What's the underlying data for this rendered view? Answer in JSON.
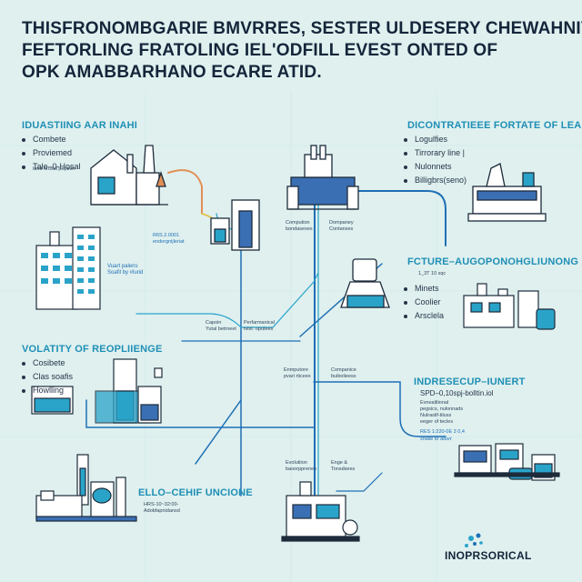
{
  "title": {
    "line1": "THISFRONOMBGARIE BMVRRES, SESTER ULDESERY CHEWAHNIVH-",
    "line2": "FEFTORLING FRATOLING IEL'ODFILL EVEST ONTED OF",
    "line3": "OPK AMABBARHANO ECARE ATID."
  },
  "sections": {
    "top_left": {
      "heading": "IDUASTIING AAR INAHI",
      "items": [
        "Combete",
        "Proviemed",
        "Tale–0-Hosal"
      ],
      "note": "land hrosal peption"
    },
    "top_right": {
      "heading": "DICONTRATIEEE FORTATE OF LEARI",
      "items": [
        "Logulfies",
        "Tirrorary line |",
        "Nulonnets",
        "Billigbrs(seno)"
      ]
    },
    "mid_right": {
      "heading": "FCTURE–AUGOPONOHGLIUNONG",
      "note": "1_3T 10 sqc",
      "items": [
        "Minets",
        "Coolier",
        "Arsclela"
      ]
    },
    "mid_left": {
      "heading": "VOLATITY OF REOPLIIENGE",
      "items": [
        "Cosibete",
        "Clas soafis",
        "Howlling"
      ]
    },
    "lower_right": {
      "heading": "INDRESECUP–IUNERT",
      "sub": "SPD–0,10spj-bolltin.iol",
      "notes": [
        "Evnealitional",
        "pegsics, nulonnads",
        "Nulraslif-tiluss",
        "eeger of tecles"
      ],
      "sub2": "RES 1:220-0E 3 0,4",
      "sub3": "snalle to abort"
    },
    "bottom_left": {
      "heading": "ELLO–CEHIF UNCIONE",
      "notes": [
        "HRS-10~32:00-",
        "Adobfapnidansd"
      ]
    },
    "lower_left_block": {
      "notes": [
        "Vuart palens",
        "Soafil by #lurid"
      ]
    }
  },
  "labels": {
    "center_top_a": [
      "Compution",
      "bondasexes"
    ],
    "center_top_b": [
      "Dompaney",
      "Contanxes"
    ],
    "center_left_a": [
      "R6S.2.0001",
      "endorgnijleriat"
    ],
    "mid_a": [
      "Capoin",
      "Yutal betrneet"
    ],
    "mid_b": [
      "Perfarmanical",
      "tvist. oputees"
    ],
    "center_low_a": [
      "Enmputore",
      "pvari rticeex"
    ],
    "center_low_b": [
      "Companice",
      "buibolieess"
    ],
    "bottom_a": [
      "Evolutiion",
      "baoorpprenes"
    ],
    "bottom_b": [
      "Enge &",
      "Tonsdsees"
    ]
  },
  "brand": {
    "name": "INOPRSORICAL",
    "icon": "molecule-logo-icon"
  },
  "colors": {
    "background": "#dff0ef",
    "line": "#1f6fb5",
    "accent": "#2aa3c9",
    "ink": "#15253a"
  }
}
